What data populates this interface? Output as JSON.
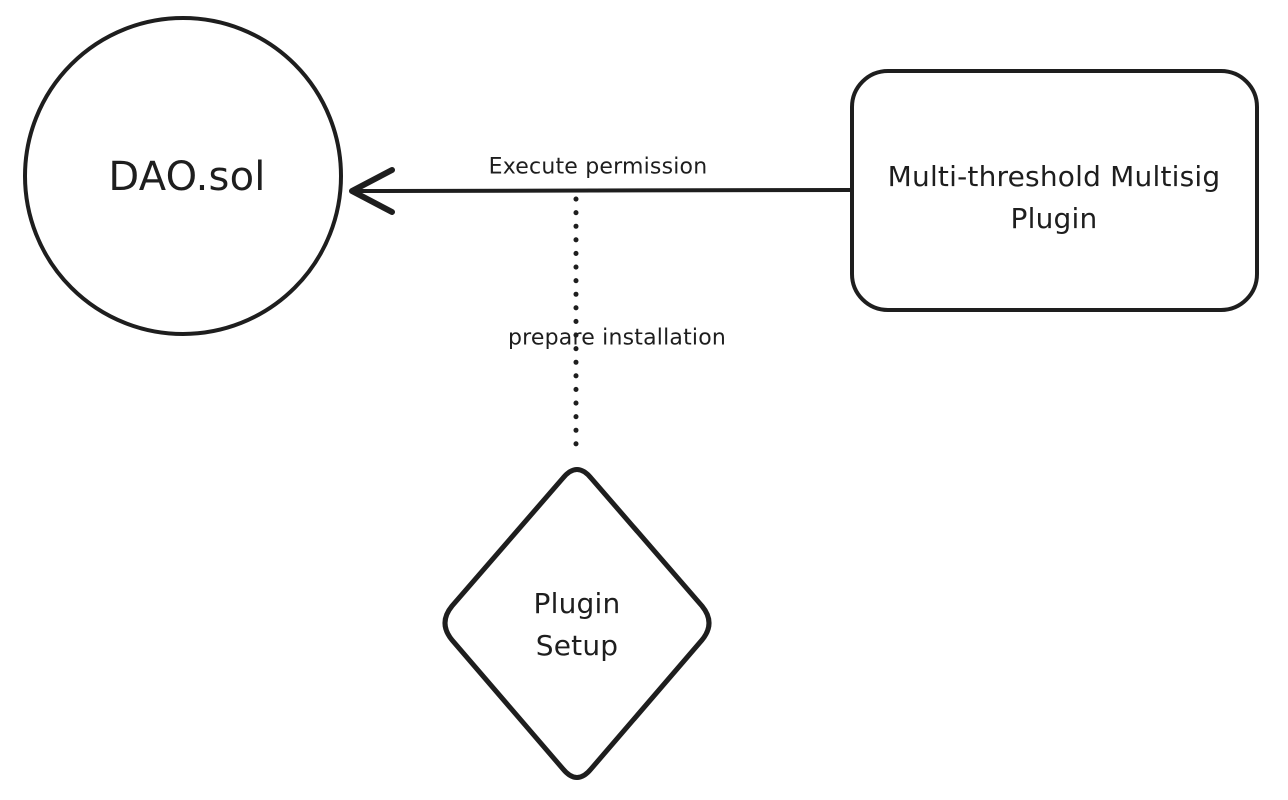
{
  "canvas": {
    "background": "#ffffff",
    "stroke_color": "#1e1e1e"
  },
  "nodes": {
    "dao": {
      "shape": "circle",
      "label": "DAO.sol"
    },
    "multisig_plugin": {
      "shape": "rounded-rectangle",
      "lines": [
        "Multi-threshold Multisig",
        "Plugin"
      ]
    },
    "plugin_setup": {
      "shape": "diamond",
      "lines": [
        "Plugin",
        "Setup"
      ]
    }
  },
  "edges": {
    "execute_permission": {
      "label": "Execute permission",
      "style": "solid-arrow",
      "from": "multisig_plugin",
      "to": "dao"
    },
    "prepare_installation": {
      "label": "prepare installation",
      "style": "dotted-line",
      "from": "plugin_setup",
      "to": "execute_permission_edge"
    }
  }
}
